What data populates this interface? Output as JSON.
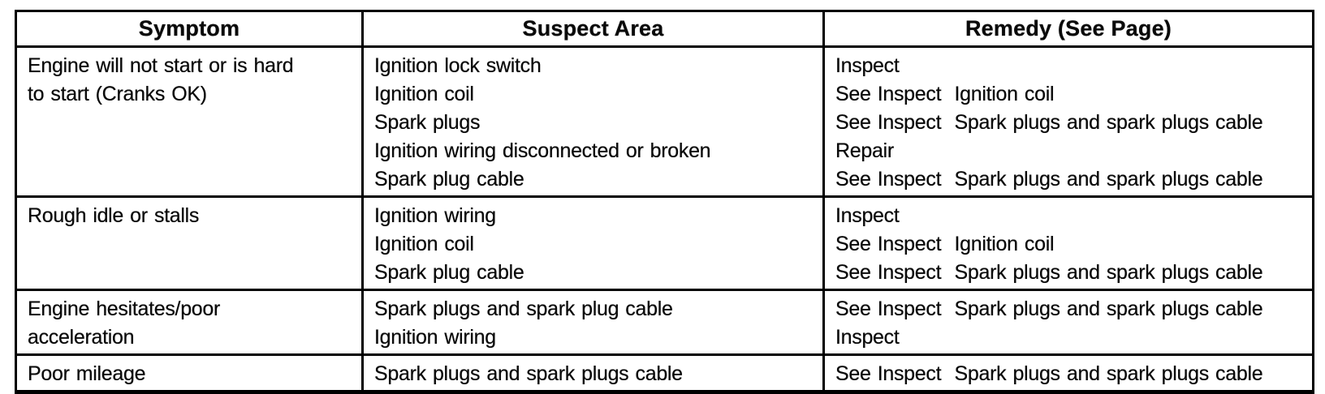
{
  "colors": {
    "text": "#000000",
    "border": "#000000",
    "background": "#ffffff"
  },
  "table": {
    "headers": [
      "Symptom",
      "Suspect Area",
      "Remedy (See Page)"
    ],
    "rows": [
      {
        "symptom": [
          "Engine will not start or is hard",
          "to start (Cranks OK)"
        ],
        "suspect_area": [
          "Ignition lock switch",
          "Ignition coil",
          "Spark plugs",
          "Ignition wiring disconnected or broken",
          "Spark plug cable"
        ],
        "remedy": [
          "Inspect",
          "See Inspect  Ignition coil",
          "See Inspect  Spark plugs and spark plugs cable",
          "Repair",
          "See Inspect  Spark plugs and spark plugs cable"
        ]
      },
      {
        "symptom": [
          "Rough idle or stalls"
        ],
        "suspect_area": [
          "Ignition wiring",
          "Ignition coil",
          "Spark plug cable"
        ],
        "remedy": [
          "Inspect",
          "See Inspect  Ignition coil",
          "See Inspect  Spark plugs and spark plugs cable"
        ]
      },
      {
        "symptom": [
          "Engine hesitates/poor",
          "acceleration"
        ],
        "suspect_area": [
          "Spark plugs and spark plug cable",
          "Ignition wiring"
        ],
        "remedy": [
          "See Inspect  Spark plugs and spark plugs cable",
          "Inspect"
        ]
      },
      {
        "symptom": [
          "Poor mileage"
        ],
        "suspect_area": [
          "Spark plugs and spark plugs cable"
        ],
        "remedy": [
          "See Inspect  Spark plugs and spark plugs cable"
        ]
      }
    ]
  }
}
